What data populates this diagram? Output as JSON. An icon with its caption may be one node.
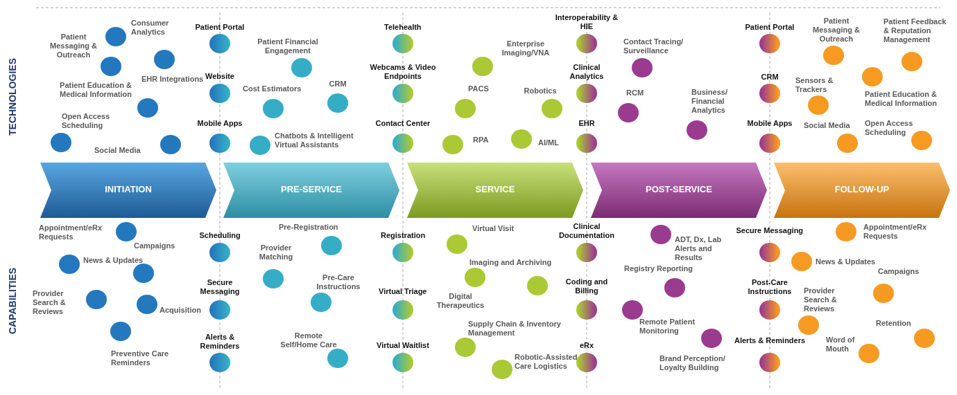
{
  "diagram": {
    "nodes": [
      {
        "text": [
          "INITIATION"
        ]
      },
      {
        "text": [
          "PRE-SERVICE"
        ]
      },
      {
        "text": [
          "SERVICE"
        ]
      },
      {
        "text": [
          "POST-SERVICE"
        ]
      },
      {
        "text": [
          "FOLLOW-UP"
        ]
      }
    ],
    "labels": [
      "TECHNOLOGIES",
      "Consumer Analytics",
      "Patient Messaging & Outreach",
      "EHR Integrations",
      "Patient Education & Medical Information",
      "Open Access Scheduling",
      "Social Media",
      "Patient Portal",
      "Website",
      "Mobile Apps",
      "Patient Financial Engagement",
      "Cost Estimators",
      "CRM",
      "Chatbots & Intelligent Virtual Assistants",
      "Telehealth",
      "Webcams & Video Endpoints",
      "Contact Center",
      "Enterprise Imaging/VNA",
      "PACS",
      "Robotics",
      "RPA",
      "AI/ML",
      "Interoperability & HIE",
      "Clinical Analytics",
      "EHR",
      "Contact Tracing/ Surveillance",
      "RCM",
      "Business/ Financial Analytics",
      "Patient Portal",
      "CRM",
      "Mobile Apps",
      "Patient Messaging & Outreach",
      "Patient Feedback & Reputation Management",
      "Sensors & Trackers",
      "Patient Education & Medical Information",
      "Social Media",
      "Open Access Scheduling",
      "CAPABILITIES",
      "Appointment/eRx Requests",
      "Campaigns",
      "News & Updates",
      "Provider Search & Reviews",
      "Acquisition",
      "Preventive Care Reminders",
      "Scheduling",
      "Secure Messaging",
      "Alerts & Reminders",
      "Pre-Registration",
      "Provider Matching",
      "Pre-Care Instructions",
      "Remote Self/Home Care",
      "Registration",
      "Virtual Triage",
      "Virtual Waitlist",
      "Virtual Visit",
      "Imaging and Archiving",
      "Digital Therapeutics",
      "Supply Chain & Inventory Management",
      "Robotic-Assisted Care Logistics",
      "Clinical Documentation",
      "Coding and Billing",
      "eRx",
      "ADT, Dx, Lab Alerts and Results",
      "Registry Reporting",
      "Remote Patient Monitoring",
      "Brand Perception/ Loyalty Building",
      "Secure Messaging",
      "Post-Care Instructions",
      "Alerts & Reminders",
      "Appointment/eRx Requests",
      "News & Updates",
      "Campaigns",
      "Provider Search & Reviews",
      "Retention",
      "Word of Mouth"
    ]
  }
}
